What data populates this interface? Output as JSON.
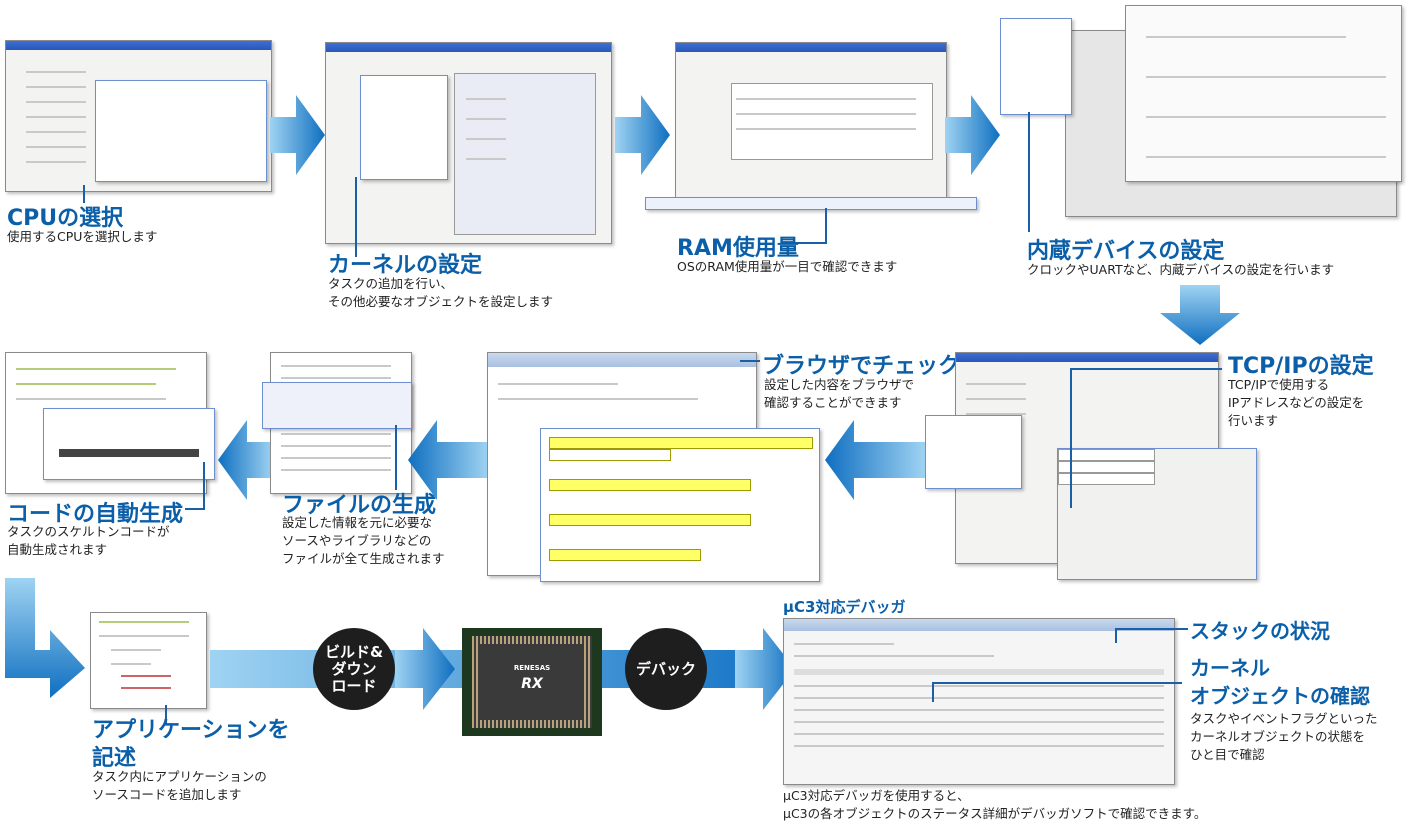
{
  "steps": {
    "cpu": {
      "title": "CPUの選択",
      "desc": "使用するCPUを選択します"
    },
    "kernel": {
      "title": "カーネルの設定",
      "desc1": "タスクの追加を行い、",
      "desc2": "その他必要なオブジェクトを設定します"
    },
    "ram": {
      "title": "RAM使用量",
      "desc": "OSのRAM使用量が一目で確認できます"
    },
    "device": {
      "title": "内蔵デバイスの設定",
      "desc": "クロックやUARTなど、内蔵デバイスの設定を行います"
    },
    "tcpip": {
      "title": "TCP/IPの設定",
      "desc1": "TCP/IPで使用する",
      "desc2": "IPアドレスなどの設定を",
      "desc3": "行います"
    },
    "browser": {
      "title": "ブラウザでチェック",
      "desc1": "設定した内容をブラウザで",
      "desc2": "確認することができます"
    },
    "files": {
      "title": "ファイルの生成",
      "desc1": "設定した情報を元に必要な",
      "desc2": "ソースやライブラリなどの",
      "desc3": "ファイルが全て生成されます"
    },
    "code": {
      "title": "コードの自動生成",
      "desc1": "タスクのスケルトンコードが",
      "desc2": "自動生成されます"
    },
    "app": {
      "title1": "アプリケーションを",
      "title2": "記述",
      "desc1": "タスク内にアプリケーションの",
      "desc2": "ソースコードを追加します"
    },
    "build": {
      "label": "ビルド&\nダウン\nロード"
    },
    "debug": {
      "label": "デバック"
    },
    "debugger": {
      "title": "μC3対応デバッガ",
      "stack": "スタックの状況",
      "kobj1": "カーネル",
      "kobj2": "オブジェクトの確認",
      "kobj_desc1": "タスクやイベントフラグといった",
      "kobj_desc2": "カーネルオブジェクトの状態を",
      "kobj_desc3": "ひと目で確認",
      "desc1": "μC3対応デバッガを使用すると、",
      "desc2": "μC3の各オブジェクトのステータス詳細がデバッガソフトで確認できます。"
    }
  },
  "chip": {
    "brand": "RENESAS",
    "model": "RX"
  },
  "colors": {
    "title": "#0b5fa8",
    "arrow": "#1a78c8",
    "circle": "#1e1e1e"
  }
}
